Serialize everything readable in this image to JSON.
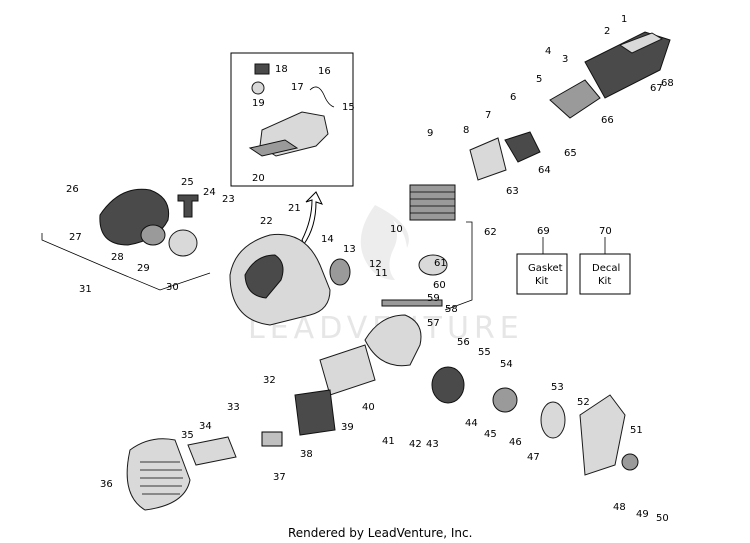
{
  "watermark": {
    "text": "LEADVENTURE"
  },
  "footer": {
    "text": "Rendered by LeadVenture, Inc."
  },
  "kits": [
    {
      "number": "69",
      "line1": "Gasket",
      "line2": "Kit"
    },
    {
      "number": "70",
      "line1": "Decal",
      "line2": "Kit"
    }
  ],
  "callouts": [
    "1",
    "2",
    "3",
    "4",
    "5",
    "6",
    "7",
    "8",
    "9",
    "10",
    "11",
    "12",
    "13",
    "14",
    "15",
    "16",
    "17",
    "18",
    "19",
    "20",
    "21",
    "22",
    "23",
    "24",
    "25",
    "26",
    "27",
    "28",
    "29",
    "30",
    "31",
    "32",
    "33",
    "34",
    "35",
    "36",
    "37",
    "38",
    "39",
    "40",
    "41",
    "42",
    "43",
    "44",
    "45",
    "46",
    "47",
    "48",
    "49",
    "50",
    "51",
    "52",
    "53",
    "54",
    "55",
    "56",
    "57",
    "58",
    "59",
    "60",
    "61",
    "62",
    "63",
    "64",
    "65",
    "66",
    "67",
    "68"
  ]
}
